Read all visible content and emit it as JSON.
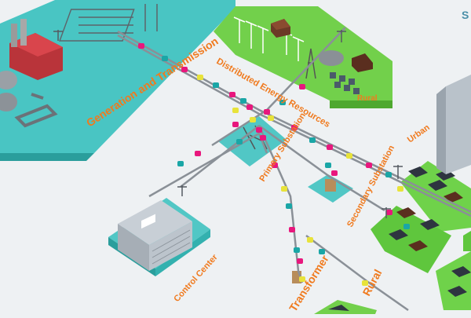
{
  "diagram": {
    "labels": {
      "generation": "Generation and Transmission",
      "der": "Distributed Energy Resources",
      "rural_top": "Rural",
      "primary_substation": "Primary Substation",
      "secondary_substation": "Secondary Substation",
      "urban": "Urban",
      "control_center": "Control Center",
      "transformer": "Transformer",
      "rural_bottom": "Rural",
      "corner_fragment": "S"
    },
    "colors": {
      "label_orange": "#f07a1e",
      "teal_zone": "#3cc6c4",
      "green_zone": "#6fd24a",
      "line_gray": "#8a9097",
      "node_magenta": "#e8177d",
      "node_teal": "#1aa6a6",
      "node_yellow": "#e8e33a"
    }
  }
}
